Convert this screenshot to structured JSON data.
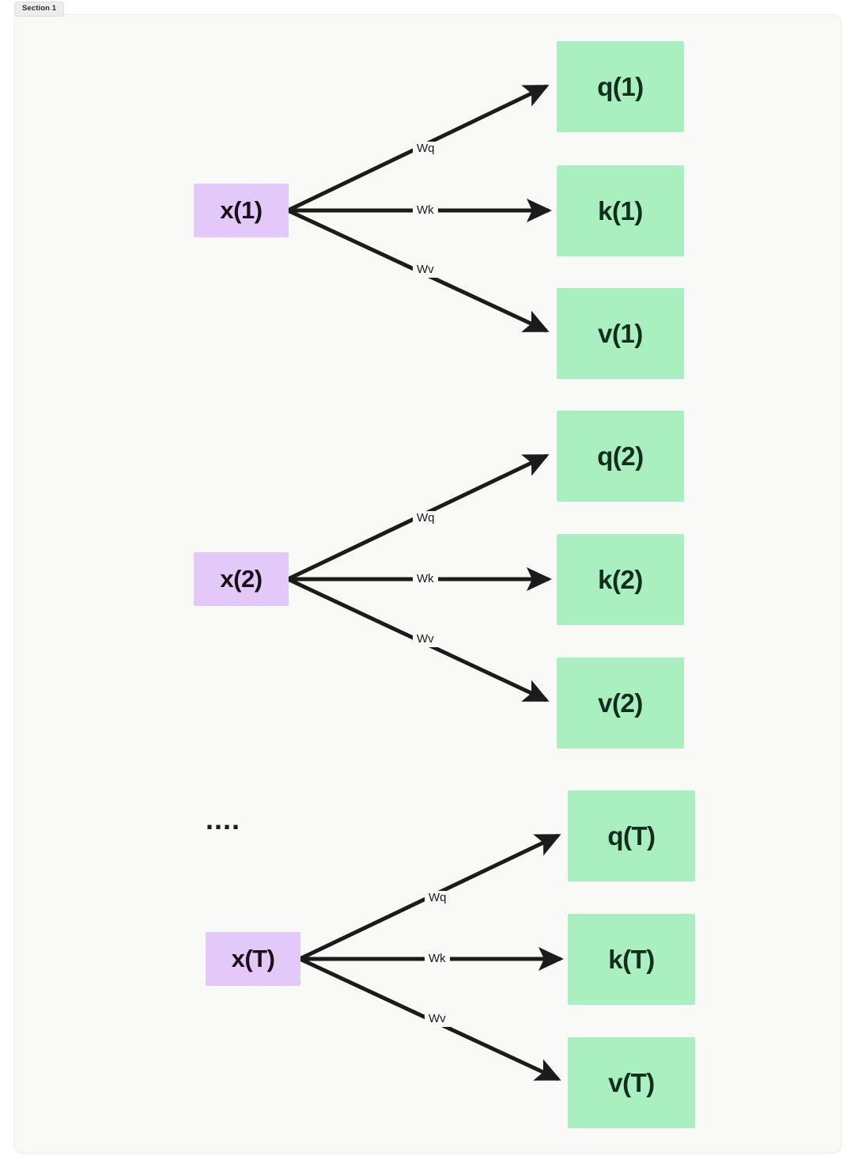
{
  "section_tab": {
    "label": "Section 1"
  },
  "canvas": {
    "background_color": "#f9f9f8",
    "input_node_color": "#e2c9fa",
    "output_node_color": "#a9efbf",
    "edge_color": "#1b1b1b",
    "input_text_color": "#1c1018",
    "output_text_color": "#132f1c"
  },
  "ellipsis": {
    "label": "...."
  },
  "groups": [
    {
      "id": "group-1",
      "input": {
        "label": "x(1)"
      },
      "edges": [
        {
          "label": "Wq",
          "target": "q(1)"
        },
        {
          "label": "Wk",
          "target": "k(1)"
        },
        {
          "label": "Wv",
          "target": "v(1)"
        }
      ],
      "outputs": [
        {
          "label": "q(1)"
        },
        {
          "label": "k(1)"
        },
        {
          "label": "v(1)"
        }
      ]
    },
    {
      "id": "group-2",
      "input": {
        "label": "x(2)"
      },
      "edges": [
        {
          "label": "Wq",
          "target": "q(2)"
        },
        {
          "label": "Wk",
          "target": "k(2)"
        },
        {
          "label": "Wv",
          "target": "v(2)"
        }
      ],
      "outputs": [
        {
          "label": "q(2)"
        },
        {
          "label": "k(2)"
        },
        {
          "label": "v(2)"
        }
      ]
    },
    {
      "id": "group-T",
      "input": {
        "label": "x(T)"
      },
      "edges": [
        {
          "label": "Wq",
          "target": "q(T)"
        },
        {
          "label": "Wk",
          "target": "k(T)"
        },
        {
          "label": "Wv",
          "target": "v(T)"
        }
      ],
      "outputs": [
        {
          "label": "q(T)"
        },
        {
          "label": "k(T)"
        },
        {
          "label": "v(T)"
        }
      ]
    }
  ]
}
